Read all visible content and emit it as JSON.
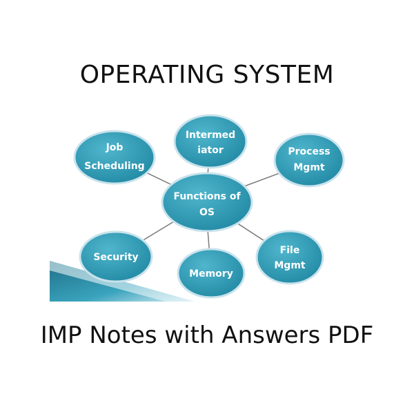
{
  "title": "OPERATING SYSTEM",
  "subtitle": "IMP Notes with Answers PDF",
  "diagram": {
    "center": {
      "lines": [
        "Functions of",
        "OS"
      ]
    },
    "nodes": [
      {
        "id": "job-scheduling",
        "lines": [
          "Job",
          "Scheduling"
        ]
      },
      {
        "id": "intermediator",
        "lines": [
          "Intermed",
          "iator"
        ]
      },
      {
        "id": "process-mgmt",
        "lines": [
          "Process",
          "Mgmt"
        ]
      },
      {
        "id": "security",
        "lines": [
          "Security"
        ]
      },
      {
        "id": "memory",
        "lines": [
          "Memory"
        ]
      },
      {
        "id": "file-mgmt",
        "lines": [
          "File",
          "Mgmt"
        ]
      }
    ],
    "colors": {
      "node_fill": "#2e9bb5",
      "node_stroke": "#c9e3ec",
      "connector": "#7a7a7a",
      "wedge": "#2a8aa3"
    }
  }
}
